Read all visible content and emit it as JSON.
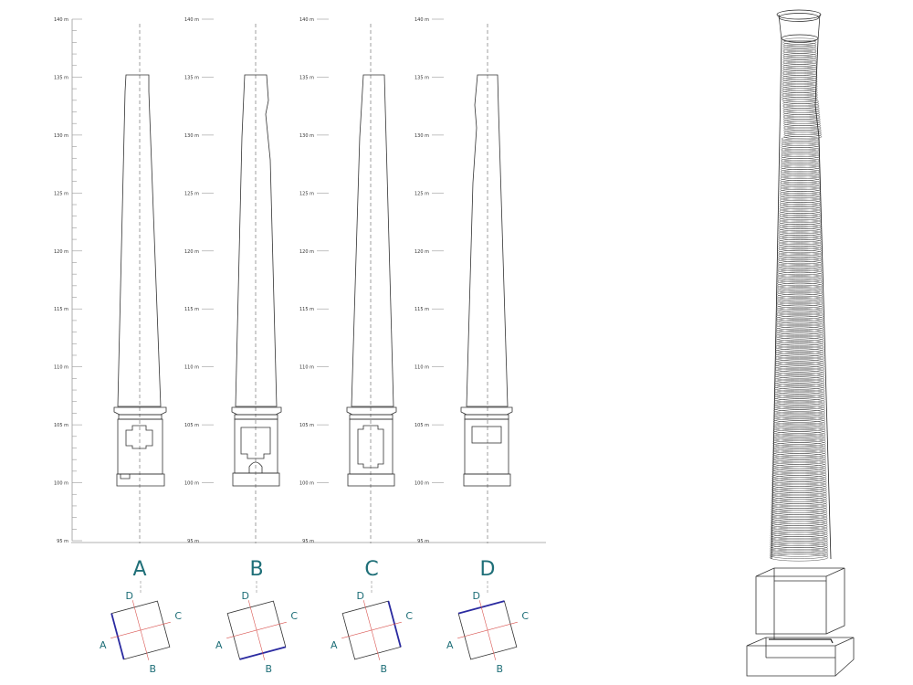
{
  "colors": {
    "line": "#333333",
    "axis": "#999999",
    "label": "#1f6f78",
    "highlight": "#2a2aa0",
    "crosshair": "#d9534f"
  },
  "scale": {
    "unit": "m",
    "levels": [
      "140 m",
      "135 m",
      "130 m",
      "125 m",
      "120 m",
      "115 m",
      "110 m",
      "105 m",
      "100 m",
      "95 m"
    ]
  },
  "elevations": [
    {
      "label": "A",
      "plan_highlight": "A"
    },
    {
      "label": "B",
      "plan_highlight": "B"
    },
    {
      "label": "C",
      "plan_highlight": "C"
    },
    {
      "label": "D",
      "plan_highlight": "D"
    }
  ],
  "plan_labels": [
    "A",
    "B",
    "C",
    "D"
  ]
}
